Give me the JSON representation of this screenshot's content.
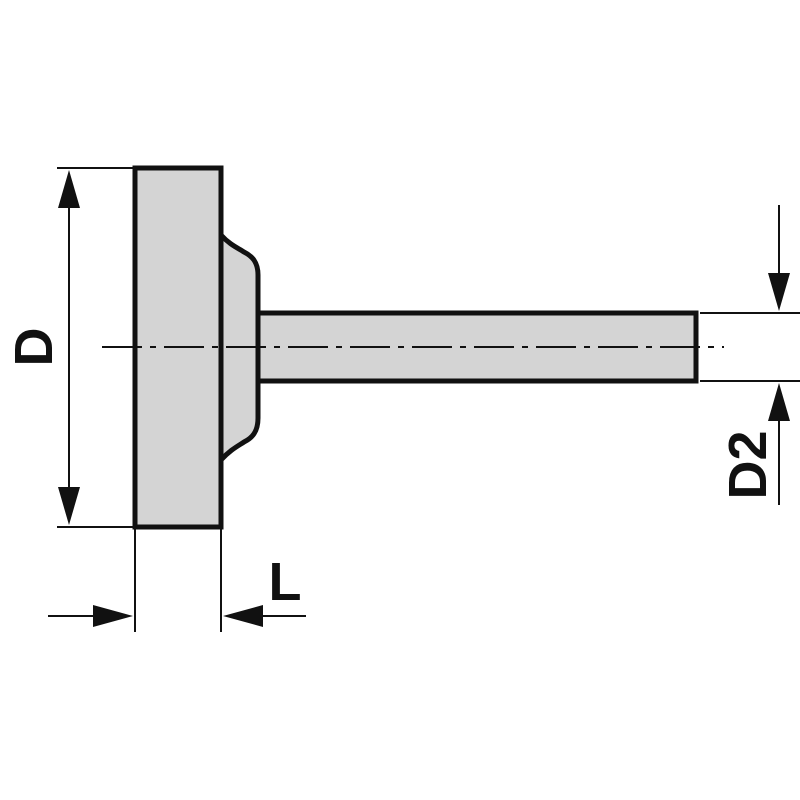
{
  "labels": {
    "disc_diameter": "D",
    "shank_diameter": "D2",
    "disc_length": "L"
  },
  "colors": {
    "body_fill": "#d4d4d4",
    "outline": "#111111",
    "background": "#ffffff"
  }
}
